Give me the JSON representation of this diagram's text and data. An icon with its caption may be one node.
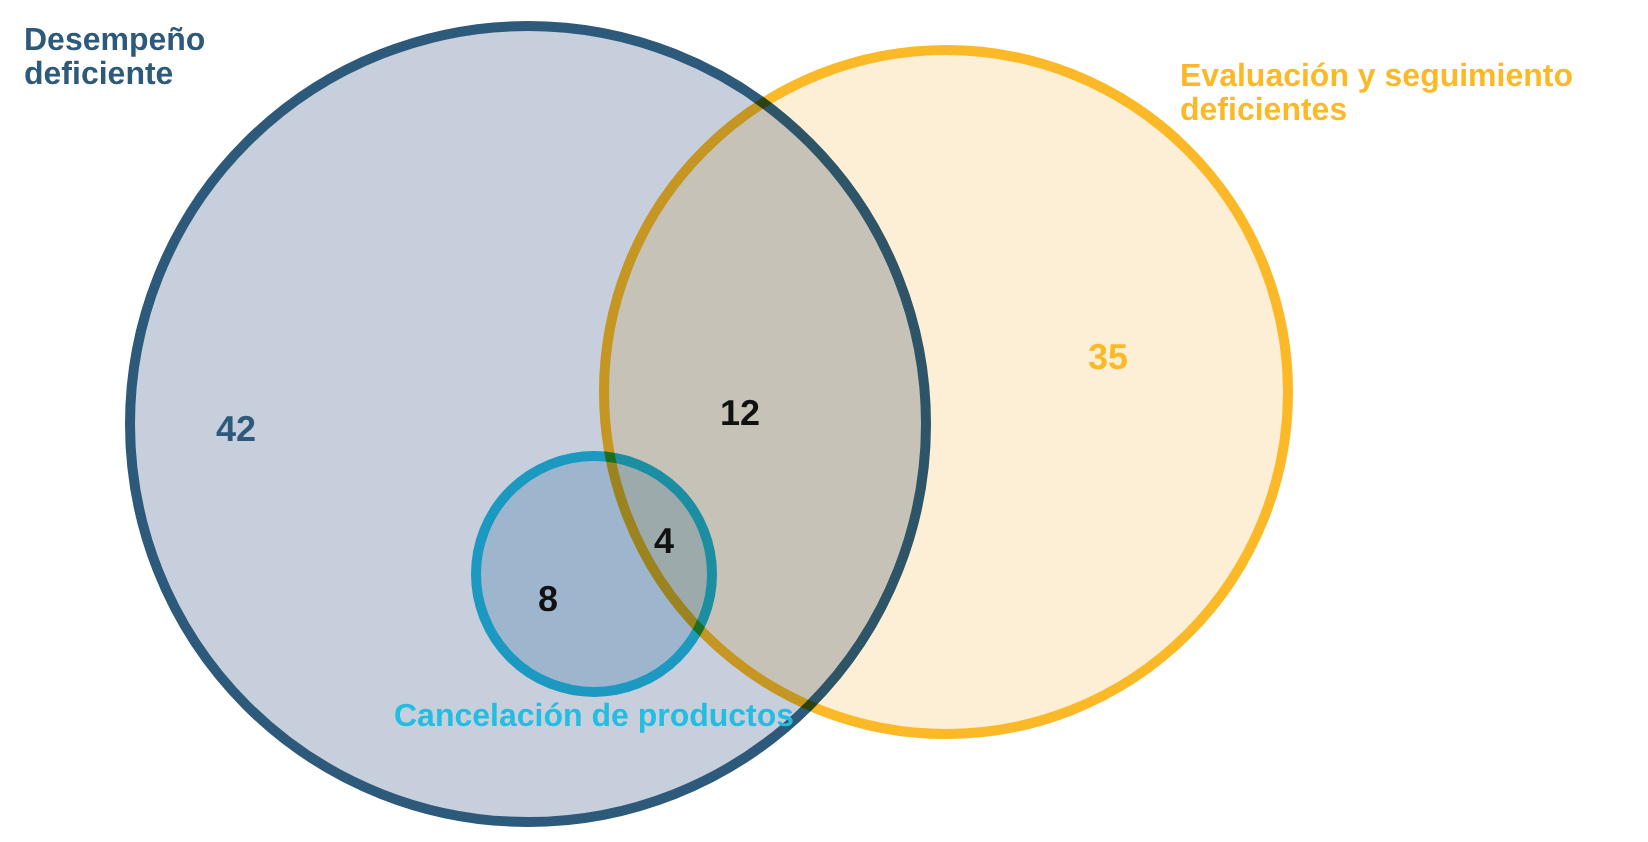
{
  "diagram": {
    "nodes": [
      {
        "text": [
          "Desempeño deficiente"
        ]
      },
      {
        "text": [
          "Evaluación y seguimiento deficientes"
        ]
      },
      {
        "text": [
          "Cancelación de productos"
        ],
        "in": 0
      }
    ],
    "labels": [
      "42",
      "12",
      "35",
      "4",
      "8"
    ]
  }
}
